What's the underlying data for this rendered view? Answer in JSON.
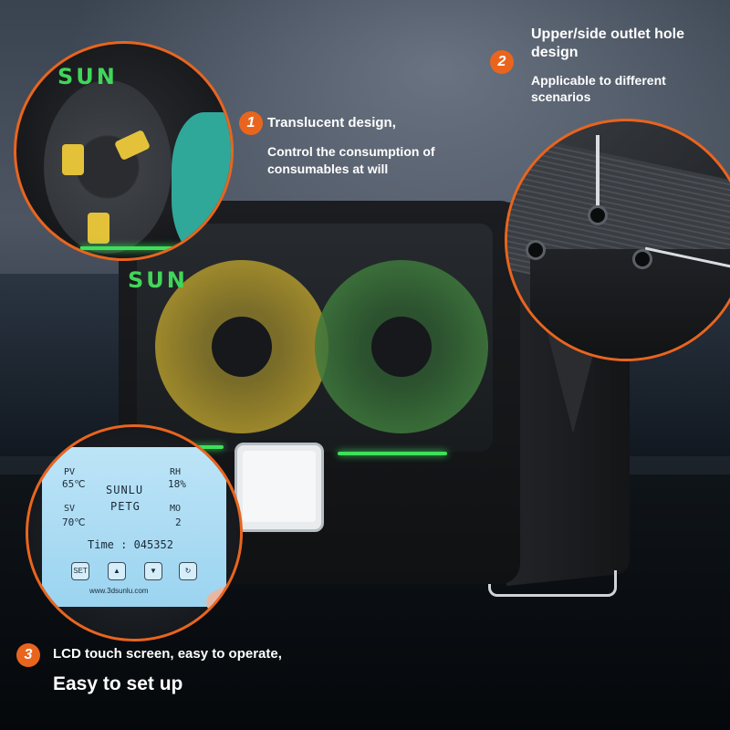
{
  "brand": {
    "logo_text": "SUN"
  },
  "callouts": [
    {
      "number": "1",
      "title": "Translucent design,",
      "description": "Control the consumption of consumables at will"
    },
    {
      "number": "2",
      "title": "Upper/side outlet hole design",
      "description": "Applicable to different scenarios"
    },
    {
      "number": "3",
      "title": "LCD touch screen, easy to operate,",
      "description": "Easy to set up"
    }
  ],
  "lcd": {
    "pv_label": "PV",
    "pv_value": "65℃",
    "brand": "SUNLU",
    "rh_label": "RH",
    "rh_value": "18%",
    "material": "PETG",
    "sv_label": "SV",
    "sv_value": "70℃",
    "mo_label": "MO",
    "mo_value": "2",
    "time_text": "Time : 045352",
    "buttons": [
      "SET",
      "▲",
      "▼",
      "↻"
    ],
    "url": "www.3dsunlu.com"
  },
  "colors": {
    "accent": "#e9651e",
    "led_green": "#3ee05a",
    "lcd_blue": "#9bd4f0"
  }
}
